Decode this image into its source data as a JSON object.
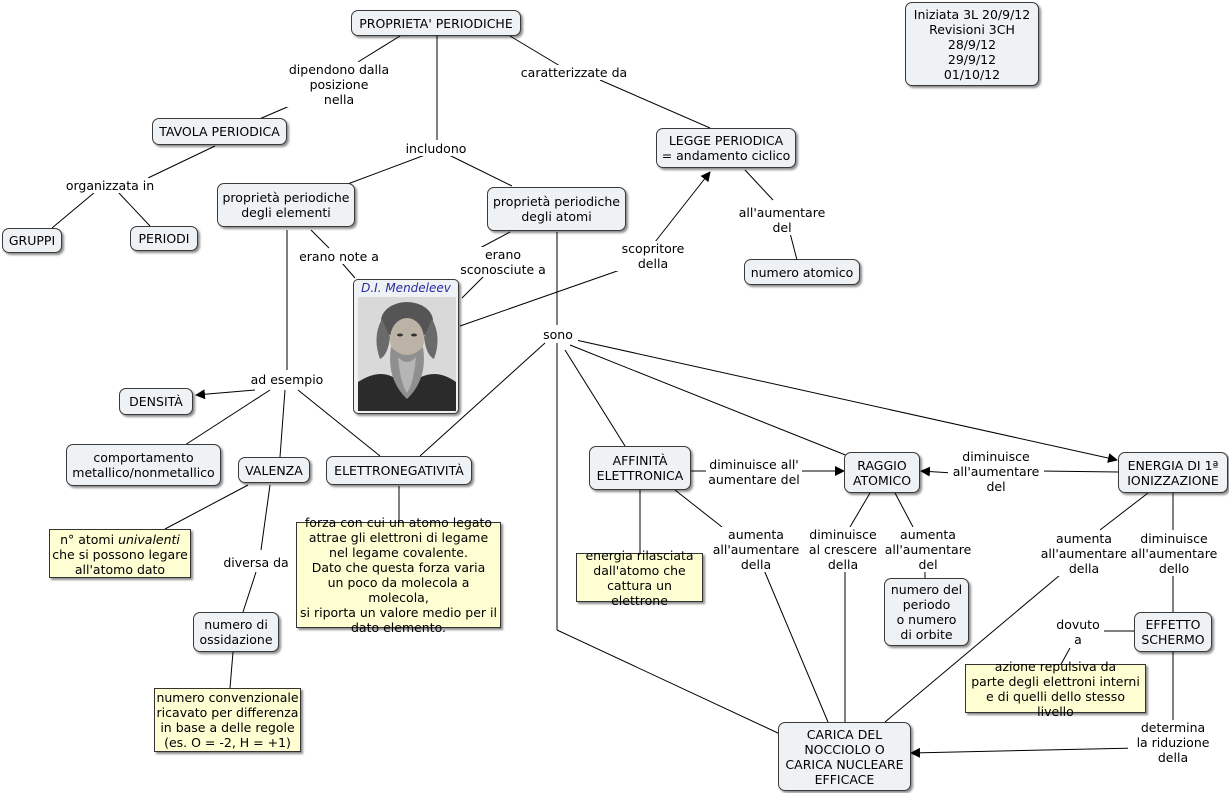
{
  "concepts": {
    "proprieta_periodiche": "PROPRIETA' PERIODICHE",
    "tavola_periodica": "TAVOLA PERIODICA",
    "gruppi": "GRUPPI",
    "periodi": "PERIODI",
    "legge_periodica": "LEGGE PERIODICA\n= andamento ciclico",
    "numero_atomico": "numero atomico",
    "prop_elementi": "proprietà periodiche\ndegli elementi",
    "prop_atomi": "proprietà periodiche\ndegli atomi",
    "densita": "DENSITÀ",
    "comportamento": "comportamento\nmetallico/nonmetallico",
    "valenza": "VALENZA",
    "elettronegativita": "ELETTRONEGATIVITÀ",
    "numero_ossidazione": "numero di\nossidazione",
    "affinita": "AFFINITÀ\nELETTRONICA",
    "raggio": "RAGGIO\nATOMICO",
    "energia": "ENERGIA DI 1ª\nIONIZZAZIONE",
    "numero_periodo": "numero del\nperiodo\no numero\ndi orbite",
    "effetto_schermo": "EFFETTO\nSCHERMO",
    "carica": "CARICA DEL\nNOCCIOLO O\nCARICA NUCLEARE\nEFFICACE",
    "revisioni": "Iniziata 3L 20/9/12\nRevisioni 3CH\n28/9/12\n29/9/12\n01/10/12"
  },
  "notes": {
    "valenza_note_before": "n° atomi ",
    "valenza_note_italic": "univalenti",
    "valenza_note_after": "\nche si possono legare\nall'atomo dato",
    "elettroneg_note": "forza con cui un atomo legato\nattrae gli elettroni di legame\nnel legame covalente.\nDato che questa forza varia\nun poco da molecola a molecola,\nsi riporta un valore medio per il\ndato elemento.",
    "ossidazione_note": "numero convenzionale\nricavato per differenza\nin base a delle regole\n(es. O = -2, H = +1)",
    "affinita_note": "energia rilasciata\ndall'atomo che\ncattura un elettrone",
    "schermo_note": "azione repulsiva da\nparte degli elettroni interni\ne di quelli dello stesso livello"
  },
  "links": {
    "dipendono": "dipendono dalla\nposizione\nnella",
    "caratterizzate": "caratterizzate da",
    "includono": "includono",
    "organizzata": "organizzata in",
    "aumentare_del": "all'aumentare\ndel",
    "scopritore": "scopritore\ndella",
    "erano_note": "erano note a",
    "erano_sconosciute": "erano\nsconosciute a",
    "ad_esempio": "ad esempio",
    "sono": "sono",
    "diversa_da": "diversa da",
    "diminuisce_aumentare_del": "diminuisce all'\naumentare del",
    "diminuisce_aumentare_del2": "diminuisce\nall'aumentare\ndel",
    "aumenta_aumentare_della": "aumenta\nall'aumentare\ndella",
    "diminuisce_crescere": "diminuisce\nal crescere\ndella",
    "aumenta_aumentare_del": "aumenta\nall'aumentare\ndel",
    "aumenta_aumentare_della2": "aumenta\nall'aumentare\ndella",
    "diminuisce_aumentare_dello": "diminuisce\nall'aumentare\ndello",
    "dovuto_a": "dovuto\na",
    "determina": "determina\nla riduzione\ndella"
  },
  "portrait_caption": "D.I. Mendeleev",
  "colors": {
    "concept_fill": "#eef2f5",
    "note_fill": "#fefed2",
    "line": "#000000",
    "caption": "#2a2aa0"
  }
}
